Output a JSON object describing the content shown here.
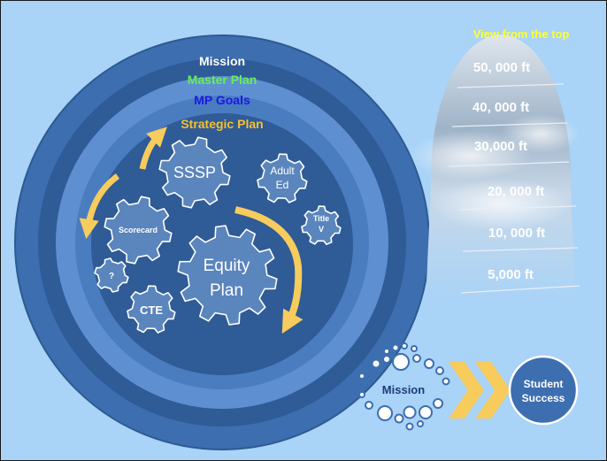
{
  "rings": {
    "mission": "Mission",
    "master_plan": "Master Plan",
    "mp_goals": "MP Goals",
    "strategic_plan": "Strategic Plan"
  },
  "gears": {
    "sssp": "SSSP",
    "adult_ed_line1": "Adult",
    "adult_ed_line2": "Ed",
    "scorecard": "Scorecard",
    "title_v_line1": "Title",
    "title_v_line2": "V",
    "equity_line1": "Equity",
    "equity_line2": "Plan",
    "unknown": "?",
    "cte": "CTE"
  },
  "altitude": {
    "header": "View from the top",
    "levels": [
      "50, 000 ft",
      "40, 000 ft",
      "30,000 ft",
      "20, 000 ft",
      "10, 000 ft",
      "5,000 ft"
    ]
  },
  "flow": {
    "mission": "Mission",
    "outcome_line1": "Student",
    "outcome_line2": "Success"
  },
  "colors": {
    "background": "#a9d3f7",
    "ring_outer": "#3d6eb0",
    "ring_mid": "#5e8fd0",
    "core": "#2f5b96",
    "gear": "#5a85bd",
    "arrow": "#f7cc5c",
    "master_plan_text": "#66ee55",
    "mp_goals_text": "#1a1ae0",
    "strategic_plan_text": "#f5c030",
    "header_text": "#ffff33"
  },
  "icons": [
    "gear-icon",
    "curved-arrow-icon",
    "chevron-right-icon",
    "bubble-cluster-icon"
  ]
}
